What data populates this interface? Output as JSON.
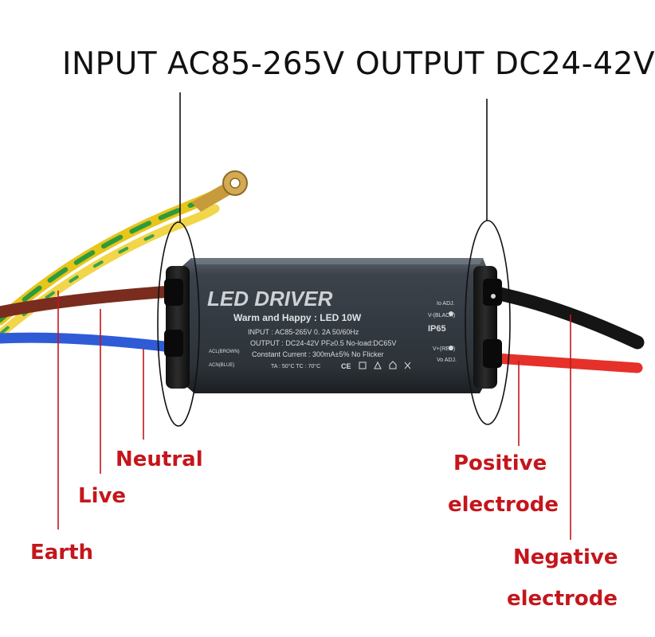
{
  "headings": {
    "input": "INPUT AC85-265V",
    "output": "OUTPUT DC24-42V"
  },
  "driver": {
    "title": "LED DRIVER",
    "subtitle": "Warm and Happy : LED 10W",
    "spec_input": "INPUT : AC85-265V   0. 2A   50/60Hz",
    "spec_output": "OUTPUT : DC24-42V   PF≥0.5   No-load:DC65V",
    "spec_current": "Constant Current : 300mA±5%   No Flicker",
    "spec_temp": "TA : 50°C    TC : 70°C",
    "acl": "ACL(BROWN)",
    "acn": "ACN(BLUE)",
    "io_adj": "Io ADJ.",
    "v_minus": "V-(BLACK)",
    "ip": "IP65",
    "v_plus": "V+(RED)",
    "vo_adj": "Vo ADJ."
  },
  "labels": {
    "neutral": "Neutral",
    "live": "Live",
    "earth": "Earth",
    "positive_line1": "Positive",
    "positive_line2": "electrode",
    "negative_line1": "Negative",
    "negative_line2": "electrode"
  },
  "colors": {
    "annotation": "#c4161c",
    "heading": "#111111",
    "wire_brown": "#7a2c1f",
    "wire_blue": "#2f5bd6",
    "wire_earth_yellow": "#e8c51a",
    "wire_earth_green": "#2f9a3c",
    "wire_red": "#e5312a",
    "wire_black": "#151515",
    "housing": "#3a4048"
  }
}
